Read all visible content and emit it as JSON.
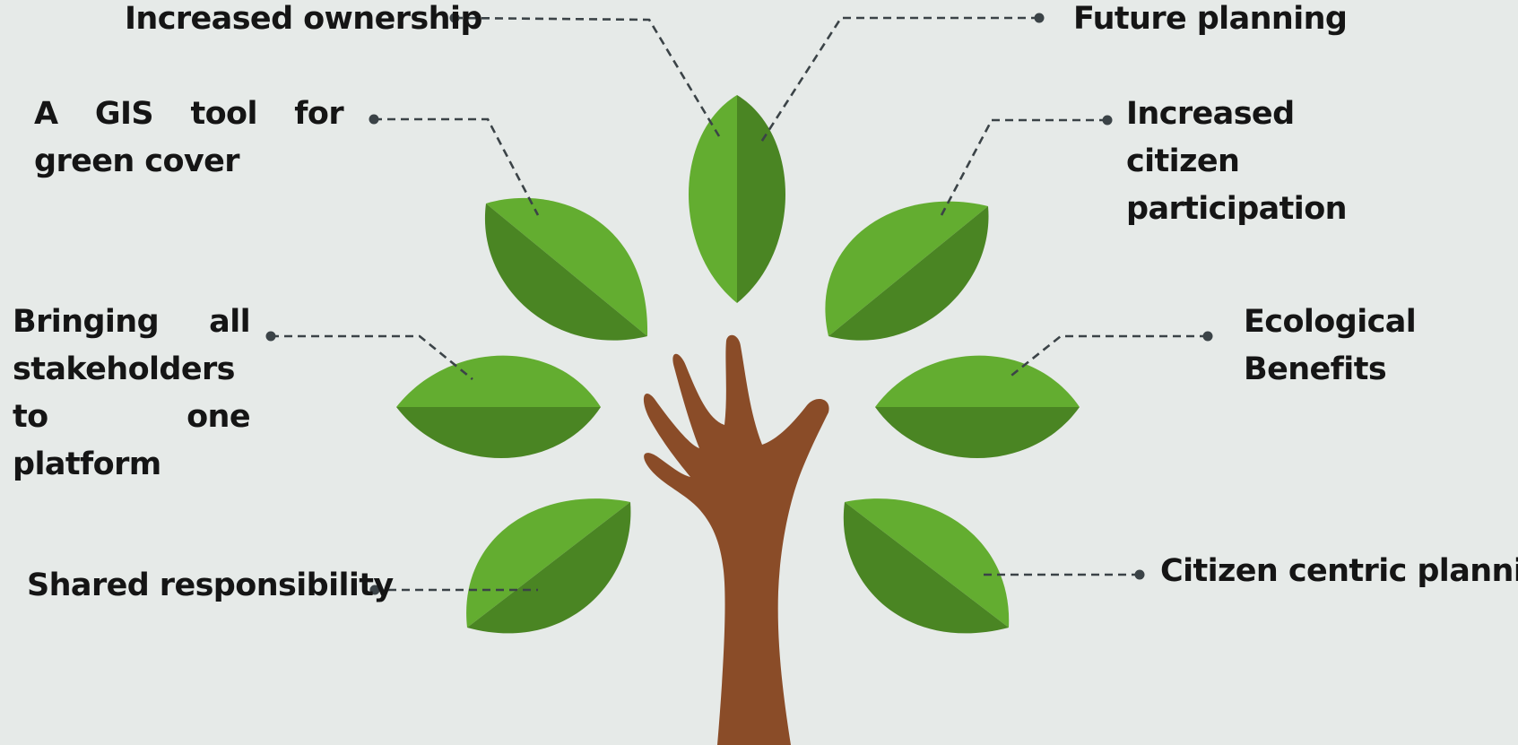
{
  "colors": {
    "background": "#e6eae8",
    "leaf_light": "#63ad30",
    "leaf_dark": "#4a8523",
    "trunk": "#8a4c28",
    "connector": "#3b4347",
    "text": "#151515"
  },
  "labels": {
    "increased_ownership": "Increased ownership",
    "future_planning": "Future planning",
    "gis_tool": "A GIS tool for green cover",
    "citizen_participation": "Increased citizen participation",
    "bringing_stakeholders": "Bringing all stakeholders to one platform",
    "ecological_benefits": "Ecological Benefits",
    "shared_responsibility": "Shared responsibility",
    "citizen_centric": "Citizen centric planning"
  }
}
